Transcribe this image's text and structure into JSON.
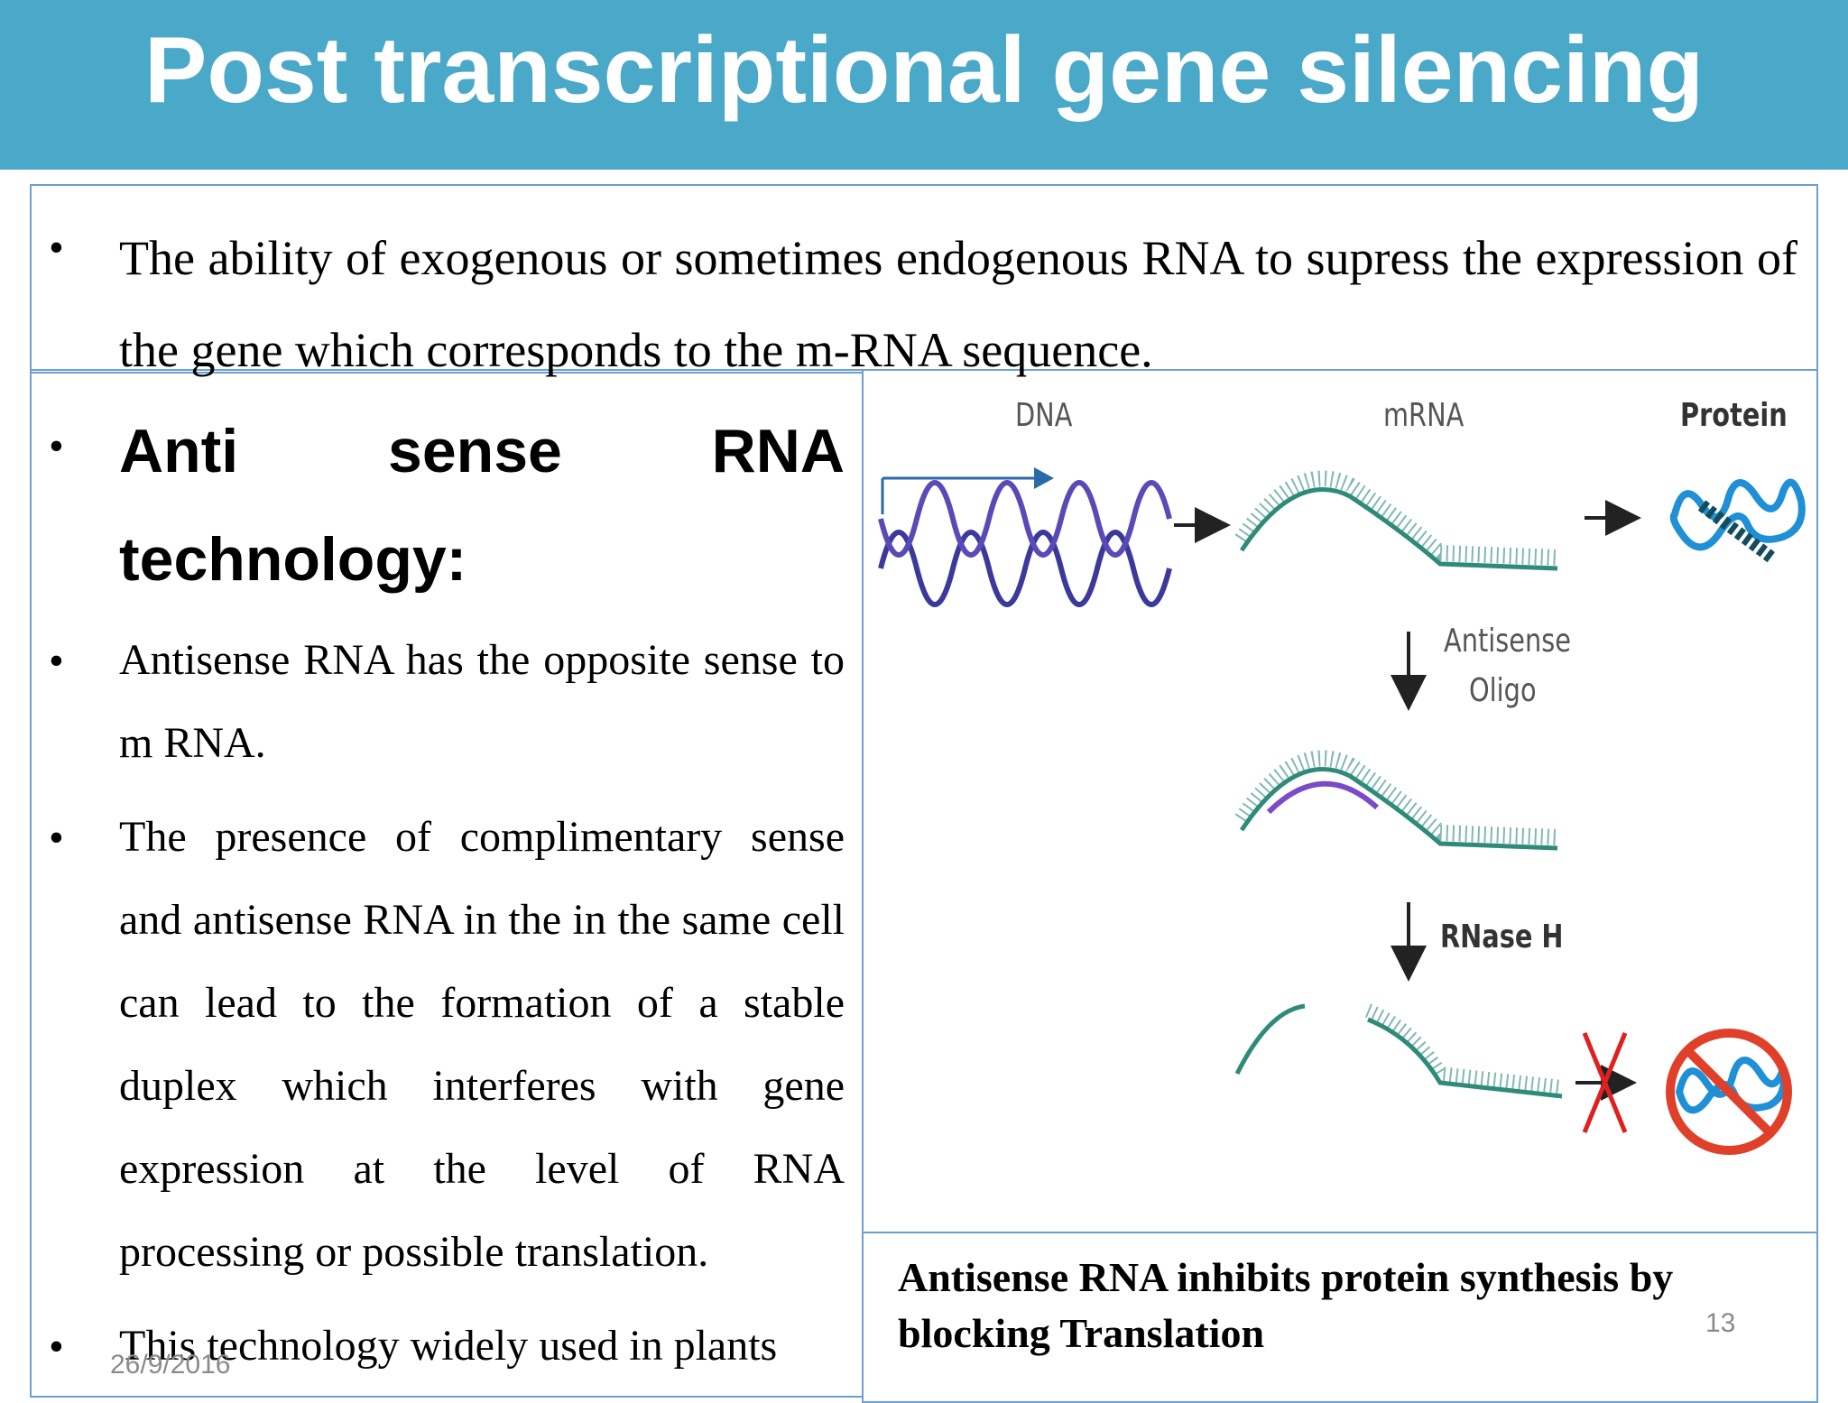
{
  "header": {
    "title": "Post transcriptional gene silencing"
  },
  "definition": {
    "text": "The ability of exogenous or sometimes endogenous RNA to supress the expression of the gene which corresponds to the m-RNA sequence."
  },
  "section": {
    "heading": "Anti sense RNA technology:",
    "bullets": [
      "Antisense RNA has the opposite sense to m RNA.",
      "The presence of complimentary sense and antisense RNA in the in the same cell can lead to the formation of a stable duplex which interferes with gene expression at the level of RNA processing or possible translation.",
      "This technology widely used in plants"
    ]
  },
  "figure": {
    "labels": {
      "dna": "DNA",
      "mrna": "mRNA",
      "protein": "Protein",
      "antisense_line1": "Antisense",
      "antisense_line2": "Oligo",
      "rnase": "RNase H"
    },
    "colors": {
      "dna": "#3b3a9c",
      "mrna": "#2e8b7a",
      "protein": "#1f8fd6",
      "block": "#e02020"
    },
    "caption": "Antisense RNA inhibits protein synthesis by blocking Translation"
  },
  "footer": {
    "date": "26/9/2016",
    "page": "13"
  }
}
